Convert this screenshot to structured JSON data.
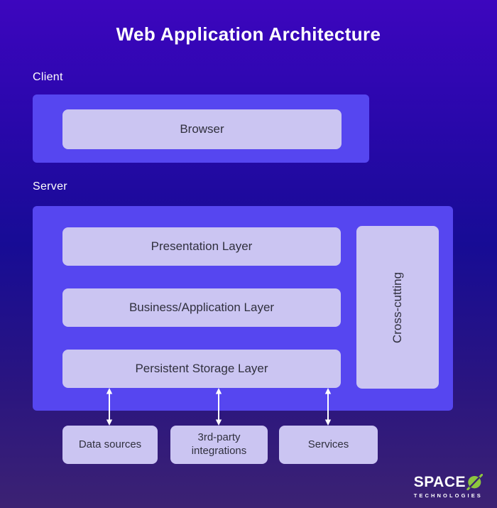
{
  "title": "Web Application Architecture",
  "client": {
    "label": "Client",
    "browser": "Browser"
  },
  "server": {
    "label": "Server",
    "layers": [
      "Presentation Layer",
      "Business/Application Layer",
      "Persistent Storage Layer"
    ],
    "cross_cutting": "Cross-cutting"
  },
  "external_nodes": [
    "Data sources",
    "3rd-party integrations",
    "Services"
  ],
  "logo": {
    "name": "SPACE",
    "o_icon": "slashed-o-icon",
    "subtitle": "TECHNOLOGIES"
  },
  "colors": {
    "background_top": "#3D06BE",
    "background_middle": "#170C95",
    "background_bottom": "#3C2273",
    "panel_purple": "#5646F0",
    "node_lavender": "#CBC5F2",
    "node_text": "#30303E",
    "arrow_white": "#FFFFFF",
    "logo_green": "#8DC63F",
    "text_light": "#FFFFFF"
  }
}
